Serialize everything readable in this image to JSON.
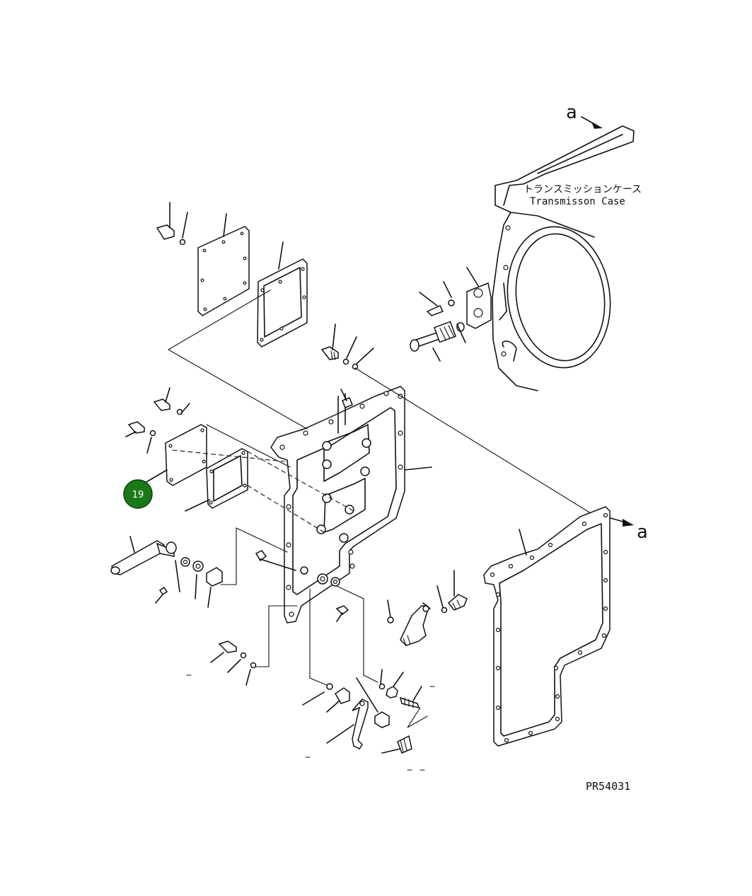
{
  "labels": {
    "ref_a_top": "a",
    "ref_a_right": "a",
    "case_jp": "トランスミッションケース",
    "case_en": "Transmisson Case",
    "drawing_number": "PR54031"
  },
  "callout": {
    "number": "19",
    "color": "#1a7a1a"
  }
}
